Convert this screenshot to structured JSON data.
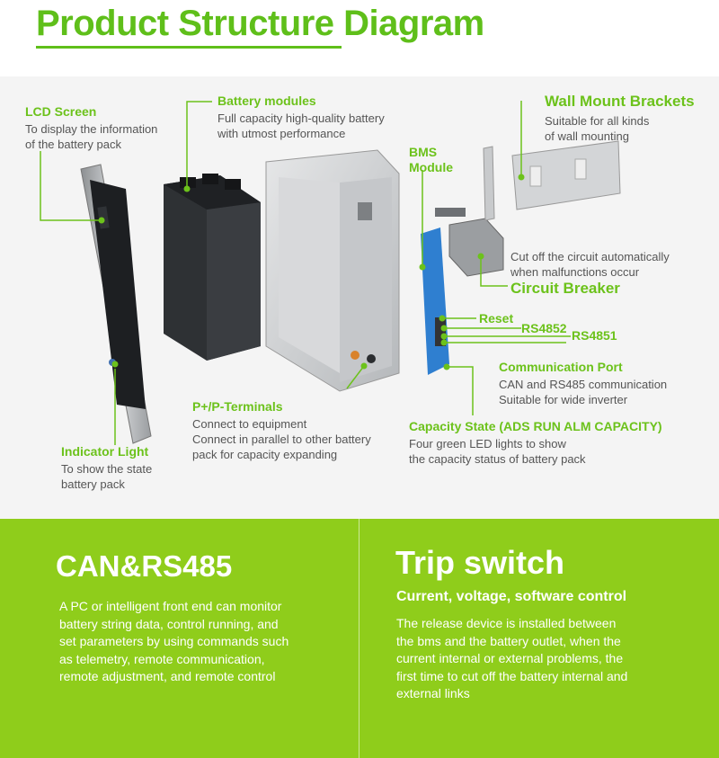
{
  "header": {
    "title": "Product Structure Diagram"
  },
  "callouts": {
    "lcd": {
      "title": "LCD Screen",
      "desc": [
        "To display the information",
        "of the battery pack"
      ]
    },
    "modules": {
      "title": "Battery modules",
      "desc": [
        "Full capacity high-quality battery",
        "with utmost performance"
      ]
    },
    "bms": {
      "title": [
        "BMS",
        "Module"
      ]
    },
    "brackets": {
      "title": "Wall Mount Brackets",
      "desc": [
        "Suitable for all kinds",
        "of wall mounting"
      ]
    },
    "breaker": {
      "title": "Circuit Breaker",
      "desc": [
        "Cut off the circuit automatically",
        "when malfunctions occur"
      ]
    },
    "reset": {
      "title": "Reset"
    },
    "rs4852": {
      "title": "RS4852"
    },
    "rs4851": {
      "title": "RS4851"
    },
    "comm": {
      "title": "Communication Port",
      "desc": [
        "CAN and RS485 communication",
        "Suitable for wide inverter"
      ]
    },
    "terminals": {
      "title": "P+/P-Terminals",
      "desc": [
        "Connect to equipment",
        "Connect in parallel to other battery",
        "pack for capacity expanding"
      ]
    },
    "capacity": {
      "title": "Capacity State (ADS RUN  ALM CAPACITY)",
      "desc": [
        "Four green LED lights to show",
        "the capacity status of battery pack"
      ]
    },
    "indicator": {
      "title": "Indicator Light",
      "desc": [
        "To show the state",
        "battery pack"
      ]
    }
  },
  "panels": {
    "can": {
      "title": "CAN&RS485",
      "text": [
        "A PC or intelligent front end can monitor",
        "battery string data, control running, and",
        "set parameters by using commands such",
        "as telemetry, remote communication,",
        "remote adjustment, and remote control"
      ]
    },
    "trip": {
      "title": "Trip switch",
      "subtitle": "Current, voltage, software control",
      "text": [
        "The release device is installed between",
        "the bms and the battery outlet, when the",
        "current internal or external problems, the",
        "first time to cut off the battery internal and",
        "external links"
      ]
    }
  },
  "colors": {
    "accent": "#6cc21b",
    "panel_bg": "#8fcd1b",
    "diagram_bg": "#f4f4f4"
  }
}
